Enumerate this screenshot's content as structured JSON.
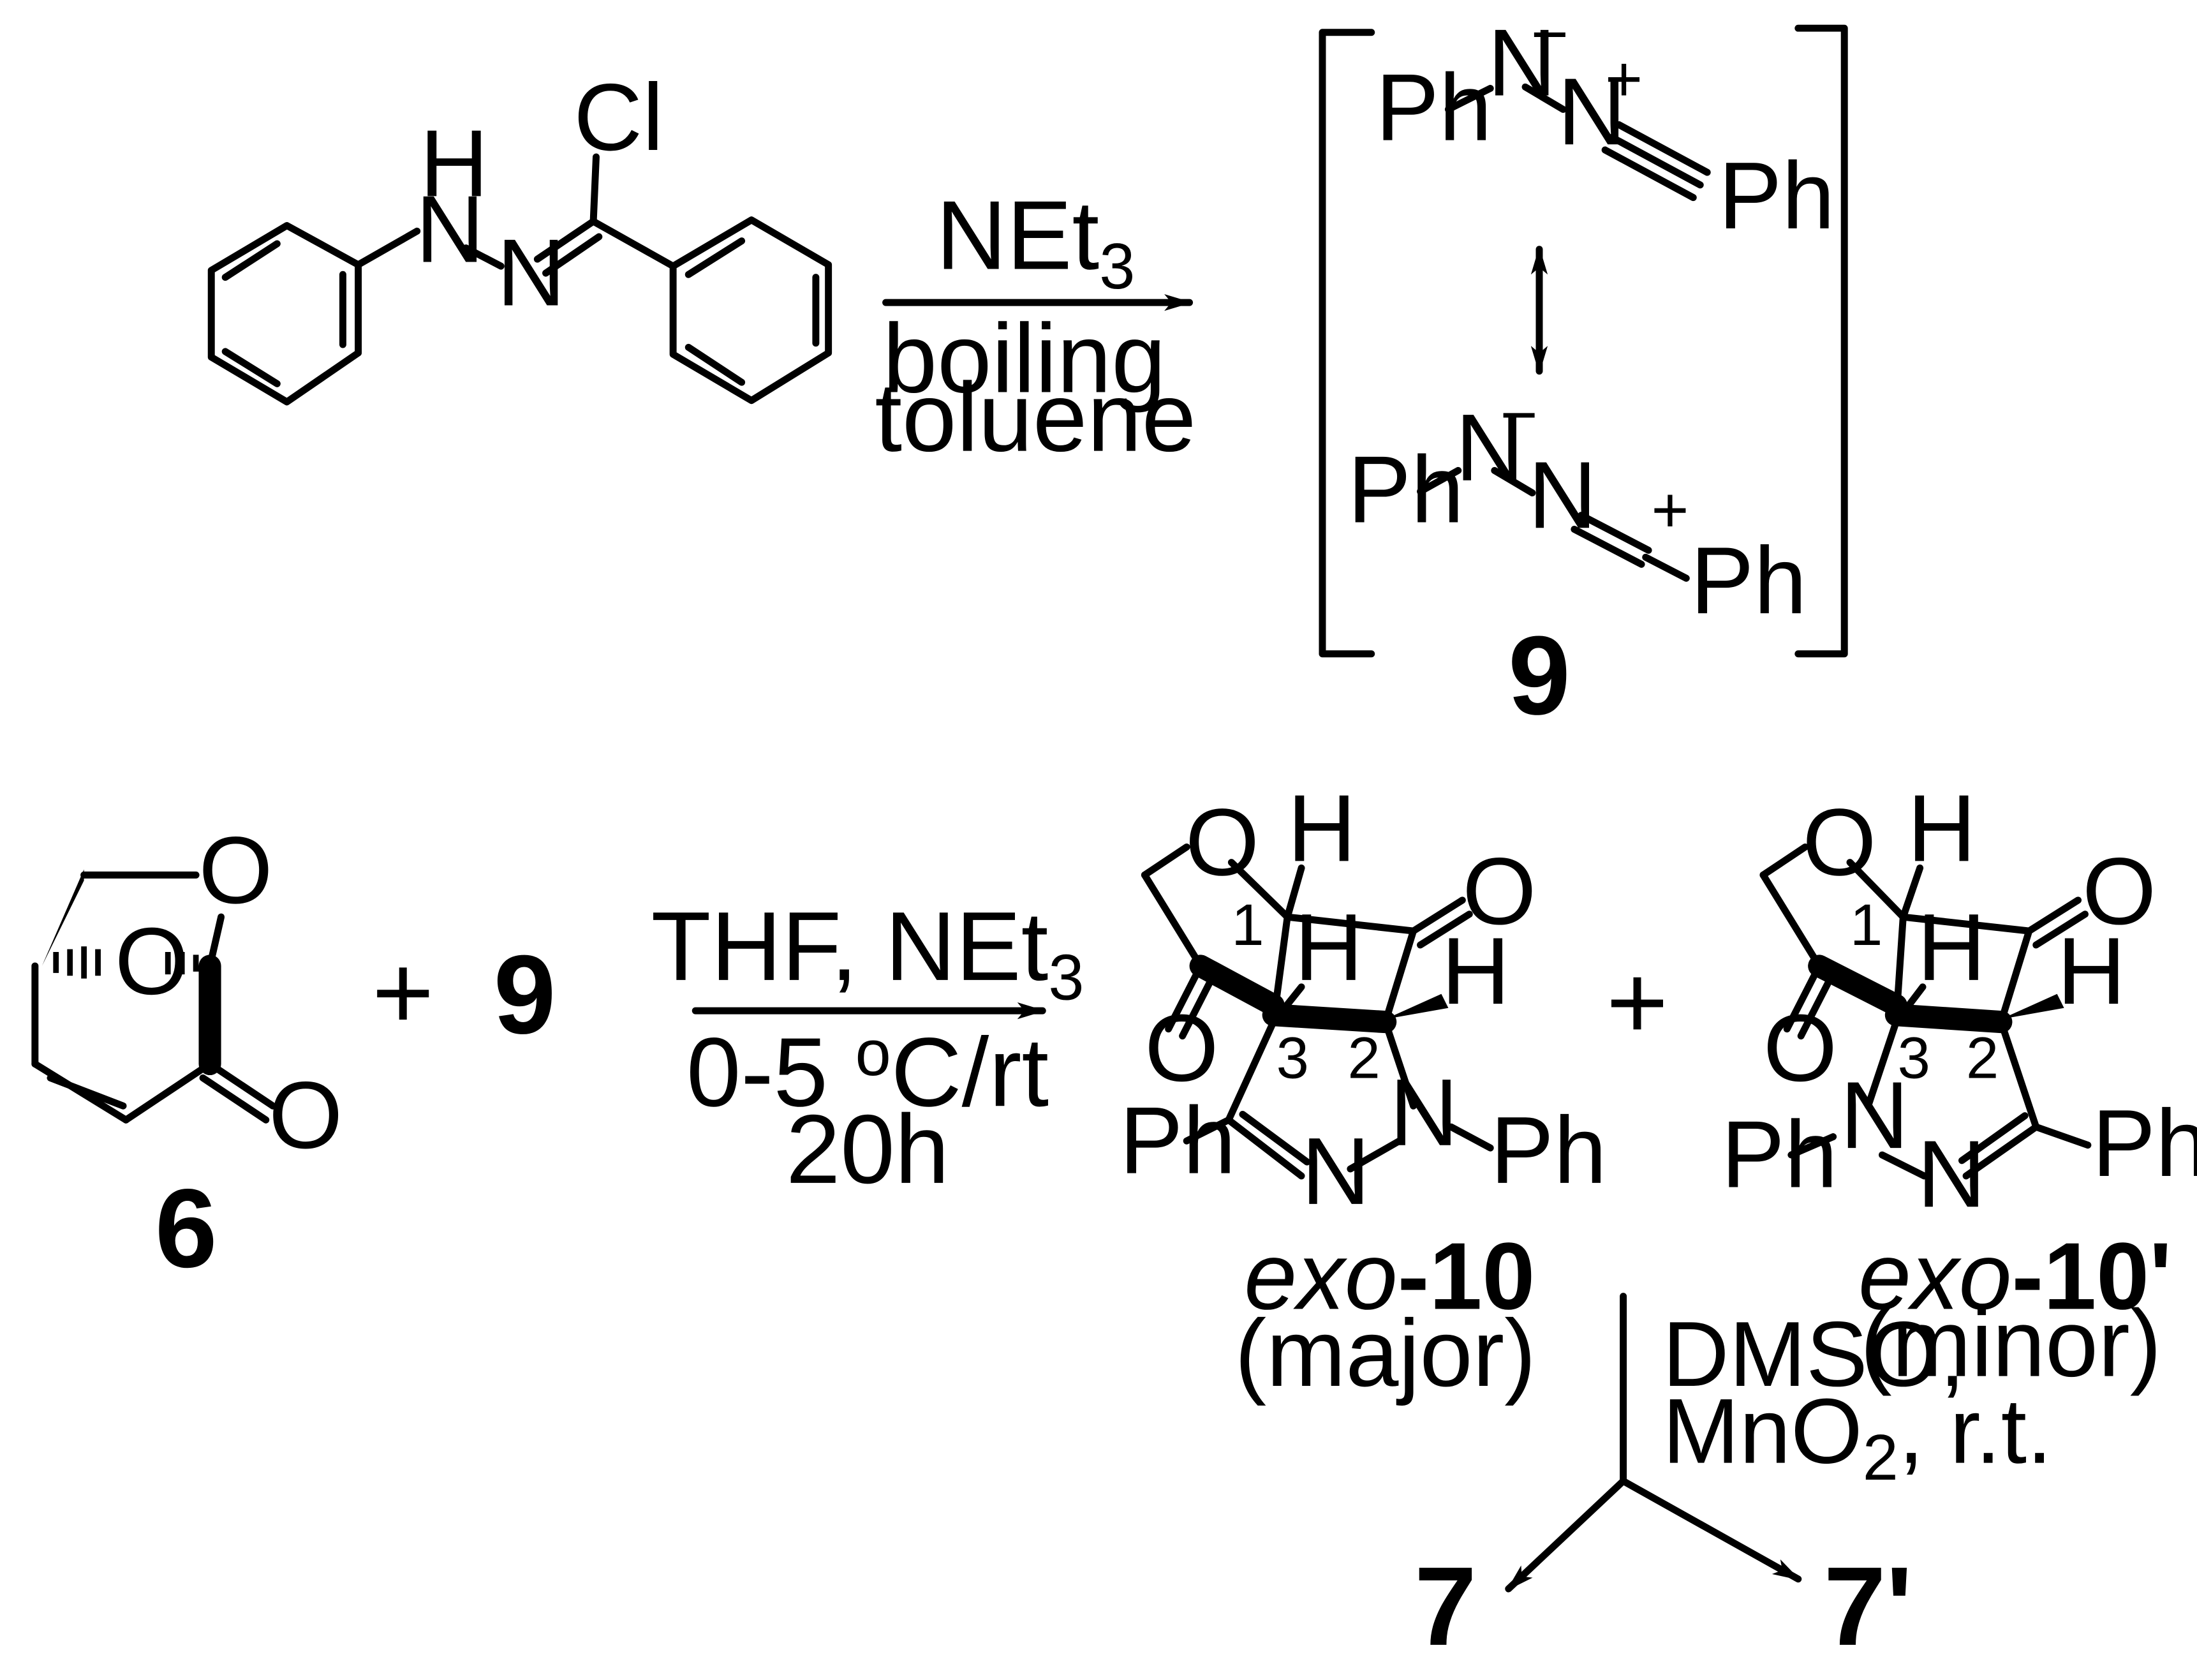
{
  "reaction1": {
    "reagent": "NEt",
    "reagent_sub": "3",
    "conditions": [
      "boiling",
      "toluene"
    ]
  },
  "hydrazonoyl_chloride": {
    "atoms": {
      "h": "H",
      "nh": "N",
      "n": "N",
      "cl": "Cl"
    }
  },
  "nitrilimine": {
    "label": "9",
    "res1": {
      "ph1": "Ph",
      "n1": "N",
      "n1_charge": "−",
      "n2": "N",
      "n2_charge": "+",
      "ph2": "Ph"
    },
    "res2": {
      "ph1": "Ph",
      "n1": "N",
      "n1_charge": "−",
      "n2": "N",
      "c_charge": "+",
      "ph2": "Ph"
    }
  },
  "reaction2": {
    "plus1": "+",
    "dipole_label": "9",
    "reagents": "THF, NEt",
    "reagents_sub": "3",
    "temp_prefix": "0-5 ",
    "temp_deg": "o",
    "temp_suffix": "C/rt",
    "time": "20h",
    "plus2": "+"
  },
  "enone": {
    "label": "6",
    "atoms": {
      "o_top": "O",
      "o_bridge": "O",
      "o_keto": "O"
    }
  },
  "exo10": {
    "name_italic": "exo",
    "name_bold": "-10",
    "note": "(major)",
    "atoms": {
      "o_ring": "O",
      "h1": "H",
      "o_keto": "O",
      "h3": "H",
      "h2": "H",
      "o_ketal": "O",
      "ph_c": "Ph",
      "n_eq": "N",
      "n_ph": "N",
      "ph_n": "Ph"
    },
    "locants": [
      "1",
      "2",
      "3"
    ]
  },
  "exo10p": {
    "name_italic": "exo",
    "name_bold": "-10'",
    "note": "(minor)",
    "atoms": {
      "o_ring": "O",
      "h1": "H",
      "o_keto": "O",
      "h3": "H",
      "h2": "H",
      "o_ketal": "O",
      "n_ph": "N",
      "ph_n": "Ph",
      "n_eq": "N",
      "ph_c": "Ph"
    },
    "locants": [
      "1",
      "2",
      "3"
    ]
  },
  "oxidation": {
    "conditions1": "DMSO,",
    "conditions2_pre": "MnO",
    "conditions2_sub": "2",
    "conditions2_post": ", r.t."
  },
  "products": {
    "left": "7",
    "right": "7'"
  }
}
